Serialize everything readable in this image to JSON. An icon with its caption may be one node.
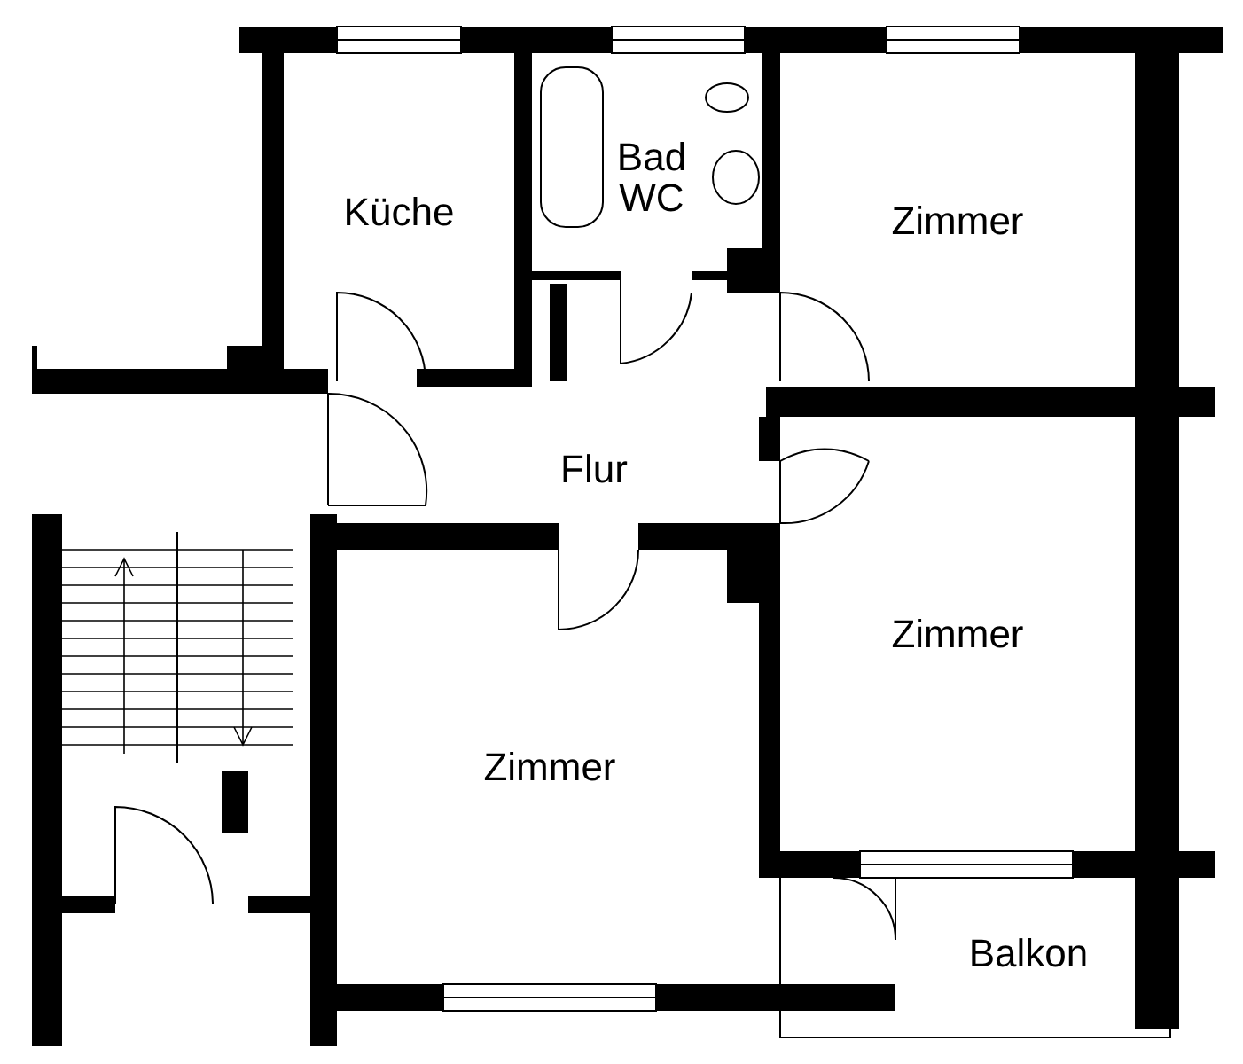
{
  "diagram": {
    "nodes": [
      {
        "text": [
          "Küche"
        ]
      },
      {
        "text": [
          "Bad WC"
        ]
      },
      {
        "text": [
          "Zimmer"
        ]
      },
      {
        "text": [
          "Flur"
        ]
      },
      {
        "text": [
          "Zimmer"
        ]
      },
      {
        "text": [
          "Zimmer"
        ]
      },
      {
        "text": [
          "Balkon"
        ]
      }
    ]
  }
}
